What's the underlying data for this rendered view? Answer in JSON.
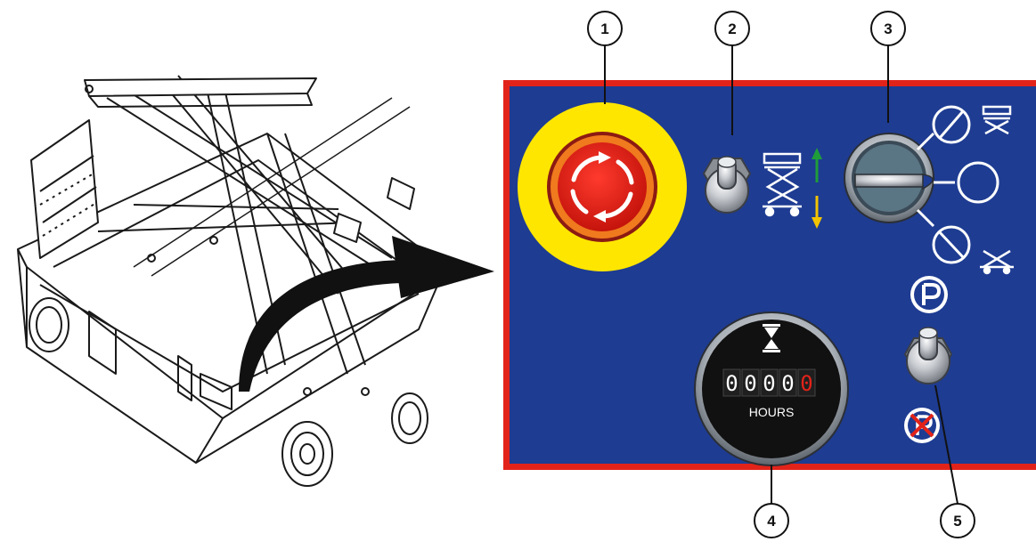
{
  "colors": {
    "panel_fill": "#1e3c92",
    "panel_border": "#e2231a",
    "estop_ring": "#ffe600",
    "estop_button": "#e2231a",
    "arrow_up": "#1f9d3a",
    "arrow_down": "#f3c300",
    "digit_red": "#e2231a",
    "outline_black": "#111111"
  },
  "callouts": [
    {
      "id": "1",
      "label": "1"
    },
    {
      "id": "2",
      "label": "2"
    },
    {
      "id": "3",
      "label": "3"
    },
    {
      "id": "4",
      "label": "4"
    },
    {
      "id": "5",
      "label": "5"
    }
  ],
  "hour_meter": {
    "digits": [
      "0",
      "0",
      "0",
      "0",
      "0"
    ],
    "label": "HOURS"
  },
  "icons": {
    "emergency_stop": "emergency-stop-icon",
    "lift_toggle": "toggle-switch-icon",
    "key_switch": "key-switch-icon",
    "hour_meter": "hourglass-icon",
    "park_symbol": "parking-icon",
    "no_park_symbol": "no-parking-icon"
  }
}
